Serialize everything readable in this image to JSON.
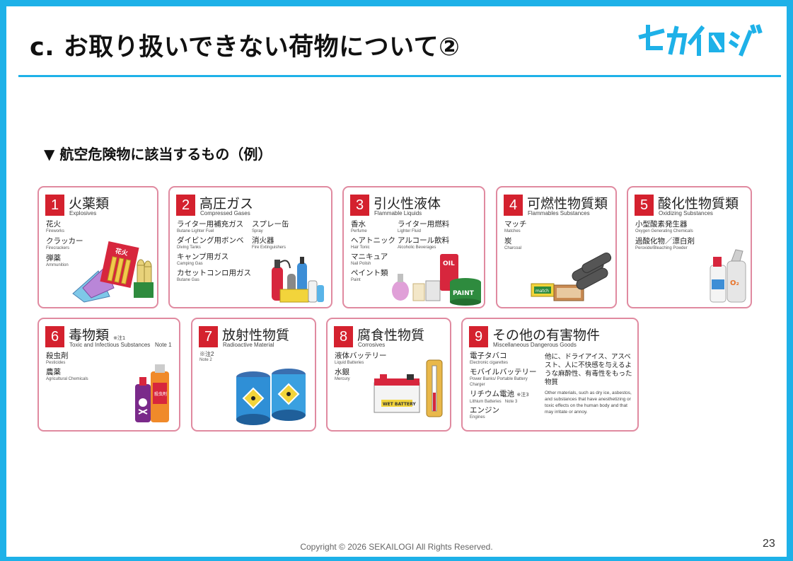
{
  "header": {
    "title": "c. お取り扱いできない荷物について②",
    "logo_text": "セカイロジ"
  },
  "section_heading": "▼ 航空危険物に該当するもの（例）",
  "cards": [
    {
      "number": "1",
      "name": "火薬類",
      "name_en": "Explosives",
      "items": [
        {
          "jp": "花火",
          "en": "Fireworks"
        },
        {
          "jp": "クラッカー",
          "en": "Firecrackers"
        },
        {
          "jp": "弾薬",
          "en": "Ammunition"
        }
      ],
      "illus_label": "花火"
    },
    {
      "number": "2",
      "name": "高圧ガス",
      "name_en": "Compressed Gases",
      "items": [
        {
          "jp": "ライター用補充ガス",
          "en": "Butane Lighter Fuel"
        },
        {
          "jp": "スプレー缶",
          "en": "Spray"
        },
        {
          "jp": "ダイビング用ボンベ",
          "en": "Diving Tanks"
        },
        {
          "jp": "消火器",
          "en": "Fire Extinguishers"
        },
        {
          "jp": "キャンプ用ガス",
          "en": "Camping Gas"
        },
        {
          "jp": "カセットコンロ用ガス",
          "en": "Butane Gas"
        }
      ]
    },
    {
      "number": "3",
      "name": "引火性液体",
      "name_en": "Flammable Liquids",
      "items": [
        {
          "jp": "香水",
          "en": "Perfume"
        },
        {
          "jp": "ライター用燃料",
          "en": "Lighter Fluid"
        },
        {
          "jp": "ヘアトニック",
          "en": "Hair Tonic"
        },
        {
          "jp": "アルコール飲料",
          "en": "Alcoholic Beverages"
        },
        {
          "jp": "マニキュア",
          "en": "Nail Polish"
        },
        {
          "jp": "ペイント類",
          "en": "Paint"
        }
      ],
      "illus_labels": [
        "OIL",
        "PAINT"
      ]
    },
    {
      "number": "4",
      "name": "可燃性物質類",
      "name_en": "Flammables Substances",
      "items": [
        {
          "jp": "マッチ",
          "en": "Matches"
        },
        {
          "jp": "炭",
          "en": "Charcoal"
        }
      ],
      "illus_label": "match"
    },
    {
      "number": "5",
      "name": "酸化性物質類",
      "name_en": "Oxidizing Substances",
      "items": [
        {
          "jp": "小型酸素発生器",
          "en": "Oxygen Generating Chemicals"
        },
        {
          "jp": "過酸化物／漂白剤",
          "en": "Peroxide/Bleaching Powder"
        }
      ],
      "illus_label": "O₂"
    },
    {
      "number": "6",
      "name": "毒物類",
      "name_note": "※注1",
      "name_en": "Toxic and Infectious Substances",
      "name_en_note": "Note 1",
      "items": [
        {
          "jp": "殺虫剤",
          "en": "Pesticides"
        },
        {
          "jp": "農薬",
          "en": "Agricultural Chemicals"
        }
      ],
      "illus_label": "殺虫剤"
    },
    {
      "number": "7",
      "name": "放射性物質",
      "name_en": "Radioactive Material",
      "items": [
        {
          "jp": "※注2",
          "en": "Note 2"
        }
      ]
    },
    {
      "number": "8",
      "name": "腐食性物質",
      "name_en": "Corrosives",
      "items": [
        {
          "jp": "液体バッテリー",
          "en": "Liquid Batteries"
        },
        {
          "jp": "水銀",
          "en": "Mercury"
        }
      ],
      "illus_label": "WET BATTERY"
    },
    {
      "number": "9",
      "name": "その他の有害物件",
      "name_en": "Miscellaneous Dangerous Goods",
      "items": [
        {
          "jp": "電子タバコ",
          "en": "Electronic cigarettes"
        },
        {
          "jp": "モバイルバッテリー",
          "en": "Power Banks/ Portable Battery Charger"
        },
        {
          "jp": "リチウム電池",
          "jp_note": "※注3",
          "en": "Lithium Batteries",
          "en_note": "Note 3"
        },
        {
          "jp": "エンジン",
          "en": "Engines"
        }
      ],
      "other_jp": "他に、ドライアイス、アスベスト、人に不快感を与えるような麻酔性、有毒性をもった物質",
      "other_en": "Other materials, such as dry ice, asbestos, and substances that have anesthetizing or toxic effects on the human body and that may irritate or annoy."
    }
  ],
  "footer": {
    "copyright": "Copyright © 2026 SEKAILOGI  All Rights Reserved.",
    "page_number": "23"
  },
  "colors": {
    "accent": "#1eb1e8",
    "card_border": "#e08aa0",
    "number_badge": "#d4212e"
  }
}
